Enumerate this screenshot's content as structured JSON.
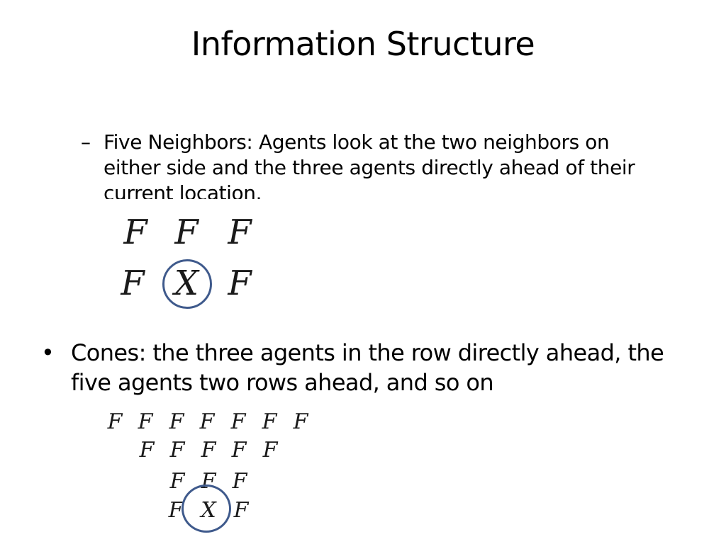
{
  "slide": {
    "title": "Information Structure",
    "sub_bullet": {
      "marker": "–",
      "text": "Five Neighbors: Agents look at the two neighbors on either side and the three agents directly ahead of their current location."
    },
    "bullet": {
      "marker": "•",
      "text": "Cones: the three agents in the row directly ahead, the five agents two rows ahead, and so on"
    },
    "five_neighbors_grid": {
      "row1": [
        "F",
        "F",
        "F"
      ],
      "row2": [
        "F",
        "X",
        "F"
      ]
    },
    "cones_grid": {
      "row1": [
        "F",
        "F",
        "F",
        "F",
        "F",
        "F",
        "F"
      ],
      "row2": [
        "F",
        "F",
        "F",
        "F",
        "F"
      ],
      "row3": [
        "F",
        "F",
        "F"
      ],
      "row4": [
        "F",
        "X",
        "F"
      ]
    },
    "colors": {
      "circle": "#3f5a8c",
      "text": "#000000",
      "background": "#ffffff"
    }
  }
}
